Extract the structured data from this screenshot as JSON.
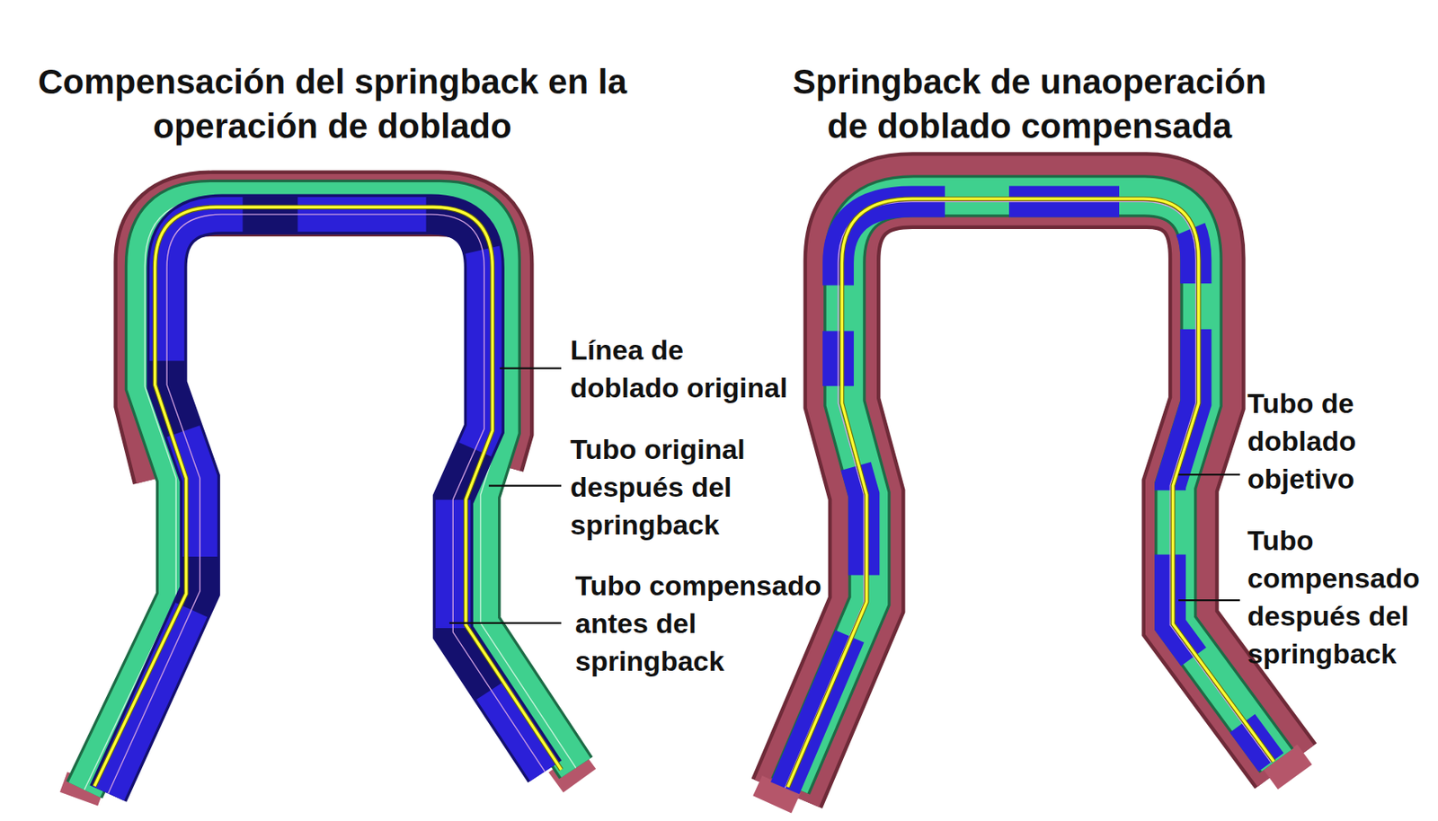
{
  "diagram": {
    "labels": [
      "Compensación del springback en la operación de doblado",
      "Springback de unaoperación de doblado compensada",
      "Línea de doblado original",
      "Tubo original después del springback",
      "Tubo compensado antes del springback",
      "Tubo de doblado objetivo",
      "Tubo compensado después del springback"
    ]
  }
}
